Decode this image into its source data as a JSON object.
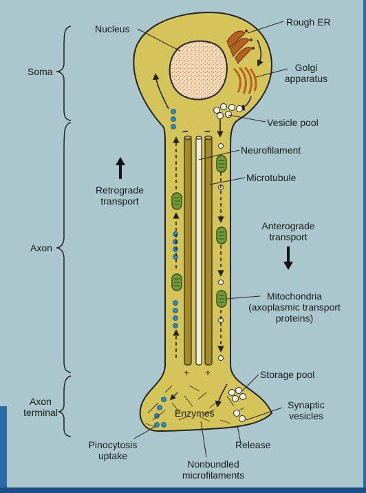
{
  "labels": {
    "nucleus": "Nucleus",
    "rough_er": "Rough ER",
    "golgi_line1": "Golgi",
    "golgi_line2": "apparatus",
    "soma": "Soma",
    "vesicle_pool": "Vesicle pool",
    "neurofilament": "Neurofilament",
    "microtubule": "Microtubule",
    "retrograde_line1": "Retrograde",
    "retrograde_line2": "transport",
    "anterograde_line1": "Anterograde",
    "anterograde_line2": "transport",
    "axon": "Axon",
    "mitochondria_line1": "Mitochondria",
    "mitochondria_line2": "(axoplasmic transport",
    "mitochondria_line3": "proteins)",
    "storage_pool": "Storage pool",
    "axon_terminal_line1": "Axon",
    "axon_terminal_line2": "terminal",
    "enzymes": "Enzymes",
    "synaptic_line1": "Synaptic",
    "synaptic_line2": "vesicles",
    "pinocytosis_line1": "Pinocytosis",
    "pinocytosis_line2": "uptake",
    "release": "Release",
    "nonbundled_line1": "Nonbundled",
    "nonbundled_line2": "microfilaments",
    "minus_sign": "−",
    "plus_sign": "+"
  },
  "colors": {
    "background": "#a9c7cc",
    "cytoplasm": "#d4c45a",
    "outline": "#222222",
    "microtubule": "#a58a2a",
    "nucleus": "#f4dcc0",
    "nucleus_dots": "#d08a40",
    "organelle": "#b8601e",
    "retrograde_dots": "#2a8ac0",
    "mitochondria": "#6f9a3a"
  }
}
